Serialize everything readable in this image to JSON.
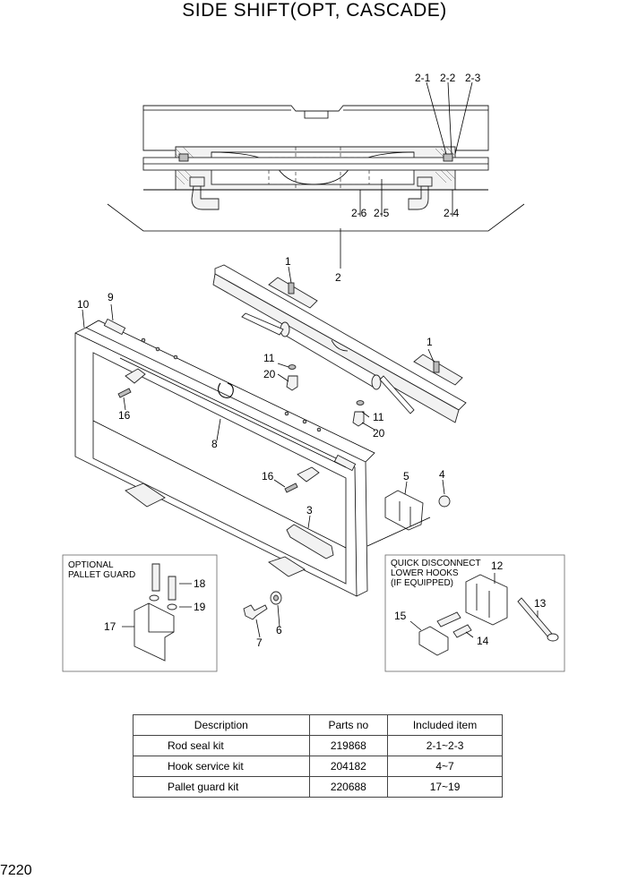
{
  "page": {
    "title": "SIDE SHIFT(OPT, CASCADE)",
    "page_number": "7220"
  },
  "callouts": {
    "c_2_1": "2-1",
    "c_2_2": "2-2",
    "c_2_3": "2-3",
    "c_2_4": "2-4",
    "c_2_5": "2-5",
    "c_2_6": "2-6",
    "c_1a": "1",
    "c_1b": "1",
    "c_2": "2",
    "c_3": "3",
    "c_4": "4",
    "c_5": "5",
    "c_6": "6",
    "c_7": "7",
    "c_8": "8",
    "c_9": "9",
    "c_10": "10",
    "c_11a": "11",
    "c_11b": "11",
    "c_12": "12",
    "c_13": "13",
    "c_14": "14",
    "c_15": "15",
    "c_16a": "16",
    "c_16b": "16",
    "c_17": "17",
    "c_18": "18",
    "c_19": "19",
    "c_20a": "20",
    "c_20b": "20"
  },
  "insets": {
    "pallet_guard": {
      "line1": "OPTIONAL",
      "line2": "PALLET GUARD"
    },
    "lower_hooks": {
      "line1": "QUICK DISCONNECT",
      "line2": "LOWER HOOKS",
      "line3": "(IF EQUIPPED)"
    }
  },
  "kit_table": {
    "headers": [
      "Description",
      "Parts no",
      "Included item"
    ],
    "rows": [
      [
        "Rod seal kit",
        "219868",
        "2-1~2-3"
      ],
      [
        "Hook service kit",
        "204182",
        "4~7"
      ],
      [
        "Pallet guard kit",
        "220688",
        "17~19"
      ]
    ]
  }
}
